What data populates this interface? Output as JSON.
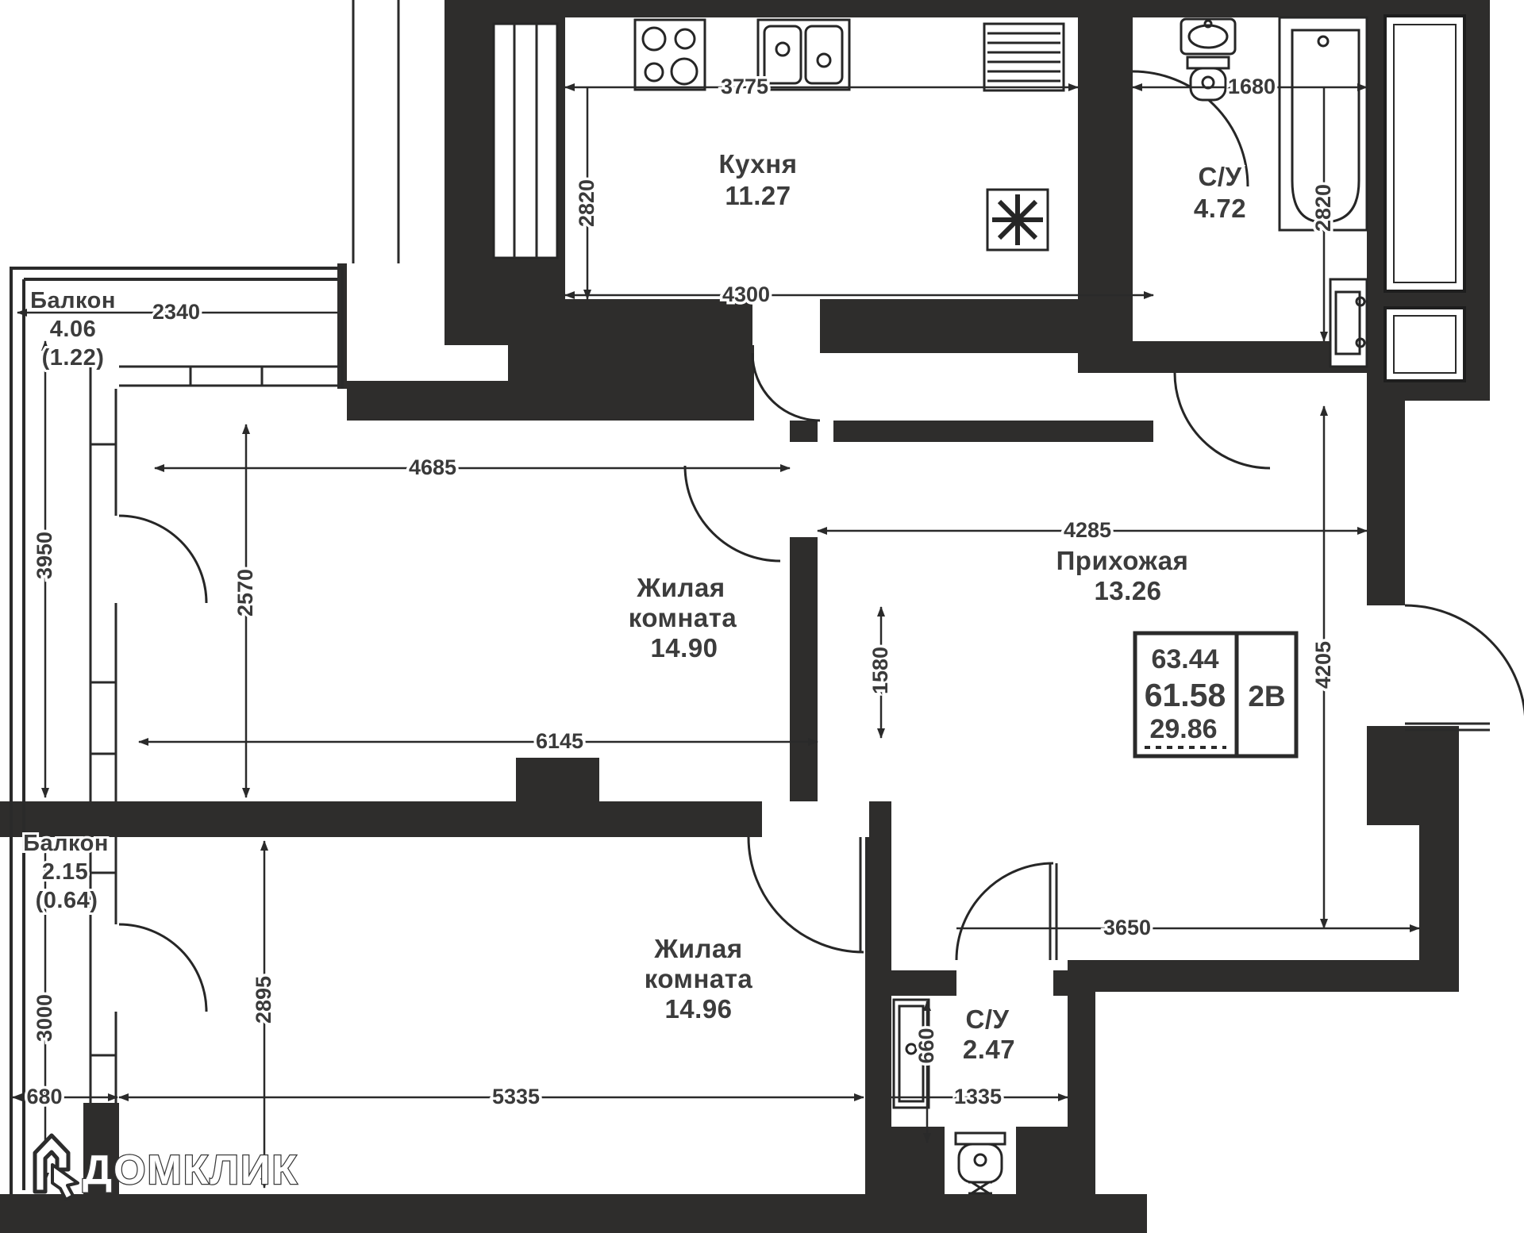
{
  "rooms": [
    {
      "key": "kitchen",
      "name": "Кухня",
      "area": "11.27"
    },
    {
      "key": "bathroom_top",
      "name": "С/У",
      "area": "4.72"
    },
    {
      "key": "balcony_top",
      "name": "Балкон",
      "area": "4.06",
      "area_reduced": "(1.22)"
    },
    {
      "key": "living_room_1",
      "name_line1": "Жилая",
      "name_line2": "комната",
      "area": "14.90"
    },
    {
      "key": "hallway",
      "name": "Прихожая",
      "area": "13.26"
    },
    {
      "key": "living_room_2",
      "name_line1": "Жилая",
      "name_line2": "комната",
      "area": "14.96"
    },
    {
      "key": "balcony_bottom",
      "name": "Балкон",
      "area": "2.15",
      "area_reduced": "(0.64)"
    },
    {
      "key": "bathroom_bottom",
      "name": "С/У",
      "area": "2.47"
    }
  ],
  "summary": {
    "total_area": "63.44",
    "area_without_balconies": "61.58",
    "living_area": "29.86",
    "unit_type": "2В"
  },
  "dimensions": {
    "kitchen_width": "3775",
    "kitchen_depth": "2820",
    "kitchen_bottom": "4300",
    "bath_top_width": "1680",
    "bath_top_depth": "2820",
    "balcony_top_width": "2340",
    "balcony_top_height": "3950",
    "living1_width": "4685",
    "living1_depth": "2570",
    "living1_bottom": "6145",
    "passage": "1580",
    "hallway_width": "4285",
    "hallway_depth": "4205",
    "hallway_bottom": "3650",
    "living2_depth": "2895",
    "living2_bottom": "5335",
    "balcony_bottom_height": "3000",
    "balcony_bottom_width": "680",
    "bath_bottom_width": "1335",
    "bath_bottom_depth": "660"
  },
  "logo": {
    "brand": "Домклик"
  },
  "colors": {
    "wall": "#2e2d2c",
    "background": "#ffffff",
    "dim_text": "#3a3a3a",
    "logo_text": "#ffffff"
  }
}
